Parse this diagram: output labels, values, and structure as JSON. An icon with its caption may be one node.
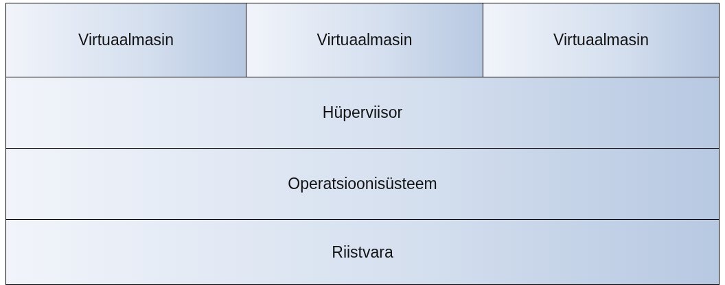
{
  "diagram": {
    "nodes": [
      {
        "text": [
          "Virtuaalmasin"
        ]
      },
      {
        "text": [
          "Virtuaalmasin"
        ]
      },
      {
        "text": [
          "Virtuaalmasin"
        ]
      },
      {
        "text": [
          "Hüperviisor"
        ]
      },
      {
        "text": [
          "Operatsioonisüsteem"
        ]
      },
      {
        "text": [
          "Riistvara"
        ]
      }
    ]
  }
}
